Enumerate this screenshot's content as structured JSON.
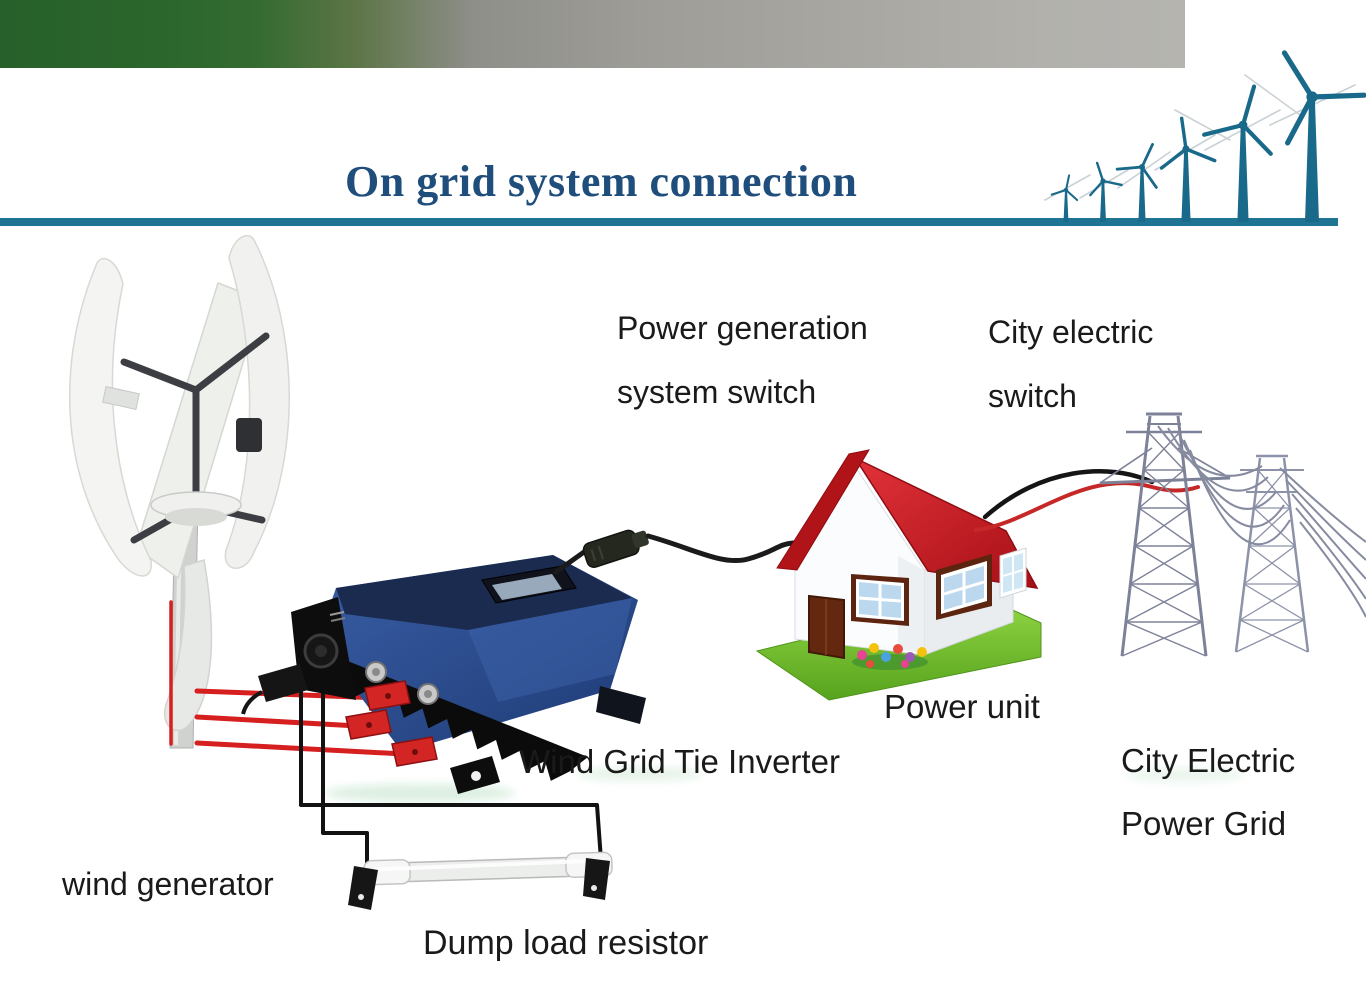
{
  "title": "On grid system connection",
  "labels": {
    "power_generation_switch": {
      "line1": "Power generation",
      "line2": "system switch"
    },
    "city_electric_switch": {
      "line1": "City electric",
      "line2": "switch"
    },
    "power_unit": "Power unit",
    "wind_grid_tie_inverter": "Wind Grid Tie Inverter",
    "city_electric_power_grid": {
      "line1": "City Electric",
      "line2": "Power Grid"
    },
    "wind_generator": "wind generator",
    "dump_load_resistor": "Dump load resistor"
  },
  "colors": {
    "title_blue": "#1f4e7c",
    "divider_teal": "#1e7492",
    "silhouette_teal": "#19698a",
    "wire_red": "#d61f1f",
    "wire_black": "#141414",
    "inverter_blue": "#2a4c8f",
    "roof_red": "#c8171d",
    "lawn_green": "#76c52f",
    "label_text": "#1a1a1a"
  }
}
